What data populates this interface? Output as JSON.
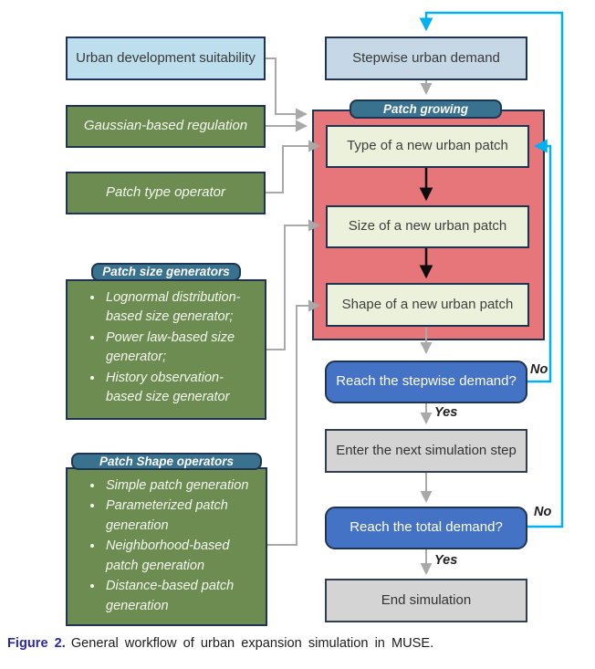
{
  "left": {
    "suitability": "Urban development suitability",
    "gaussian": "Gaussian-based regulation",
    "patch_type": "Patch type operator",
    "size_generators": {
      "title": "Patch size generators",
      "items": [
        "Lognormal distribution-based size generator;",
        "Power law-based size generator;",
        "History observation-based size generator"
      ]
    },
    "shape_operators": {
      "title": "Patch Shape operators",
      "items": [
        "Simple patch generation",
        "Parameterized patch generation",
        "Neighborhood-based patch generation",
        "Distance-based patch generation"
      ]
    }
  },
  "flow": {
    "stepwise_demand": "Stepwise urban demand",
    "patch_growing_title": "Patch growing",
    "type_patch": "Type of a new urban patch",
    "size_patch": "Size of a new urban patch",
    "shape_patch": "Shape of a new urban patch",
    "reach_stepwise": "Reach the stepwise demand?",
    "enter_next": "Enter the next simulation step",
    "reach_total": "Reach the total demand?",
    "end_simulation": "End simulation",
    "yes_label_1": "Yes",
    "yes_label_2": "Yes",
    "no_label_1": "No",
    "no_label_2": "No"
  },
  "caption": {
    "label": "Figure 2.",
    "text": "General workflow of urban expansion simulation in MUSE."
  },
  "colors": {
    "light_blue_box": "#bcdeed",
    "stepwise_box": "#c6d8e6",
    "green_box": "#6d8c52",
    "red_container": "#e7767b",
    "cream_box": "#ecf1dc",
    "decision_blue": "#4472c4",
    "gray_box": "#d4d4d4",
    "teal_pill": "#39728f",
    "cyan_line": "#00b0f0",
    "gray_line": "#a9a9a9",
    "border_navy": "#1e3450",
    "caption_label_blue": "#2a2aa0"
  }
}
